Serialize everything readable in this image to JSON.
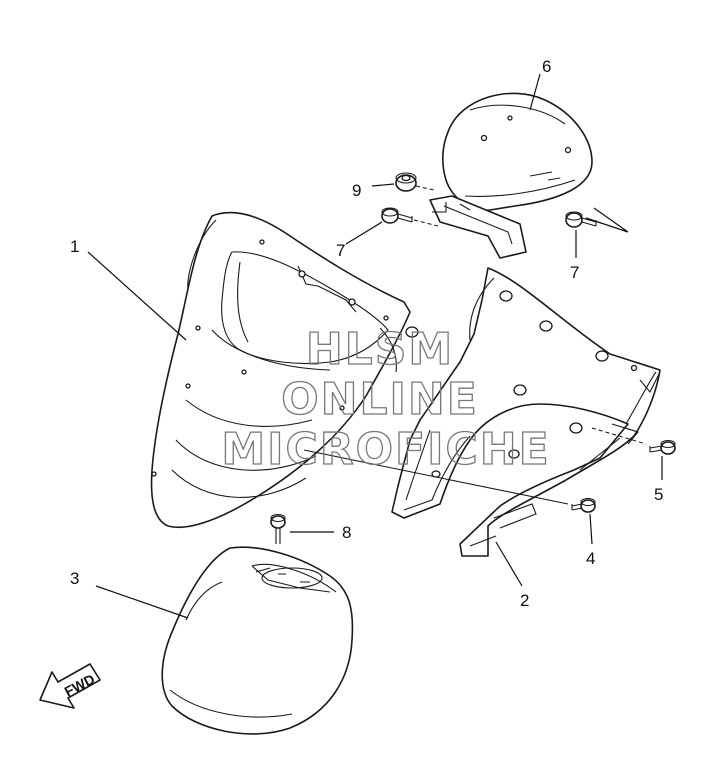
{
  "diagram": {
    "callouts": [
      {
        "id": "c1",
        "label": "1"
      },
      {
        "id": "c2",
        "label": "2"
      },
      {
        "id": "c3",
        "label": "3"
      },
      {
        "id": "c4",
        "label": "4"
      },
      {
        "id": "c5",
        "label": "5"
      },
      {
        "id": "c6",
        "label": "6"
      },
      {
        "id": "c7a",
        "label": "7"
      },
      {
        "id": "c7b",
        "label": "7"
      },
      {
        "id": "c8",
        "label": "8"
      },
      {
        "id": "c9",
        "label": "9"
      }
    ],
    "fwd_label": "FWD",
    "watermark": [
      "HLSM",
      "ONLINE",
      "MICROFICHE"
    ]
  }
}
